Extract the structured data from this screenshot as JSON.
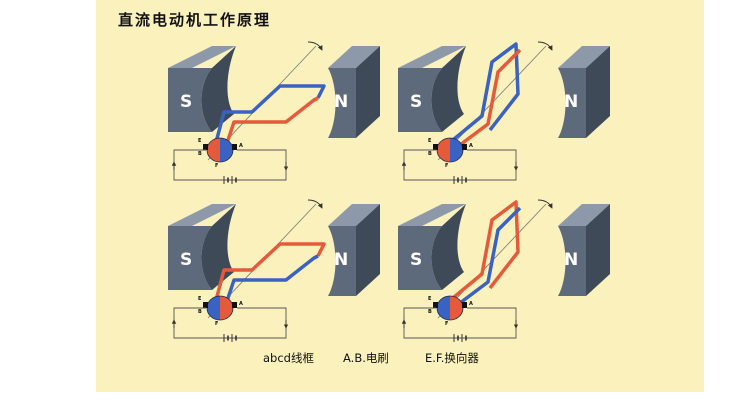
{
  "title": "直流电动机工作原理",
  "poles": {
    "south": "S",
    "north": "N"
  },
  "commutator_labels": {
    "a": "A",
    "b": "B",
    "e": "E",
    "f": "F"
  },
  "legend": {
    "coil": "abcd线框",
    "brushes": "A.B.电刷",
    "commutator": "E.F.换向器"
  },
  "colors": {
    "background": "#fbf1bd",
    "magnet_front": "#5d6a7c",
    "magnet_top": "#8d99a8",
    "magnet_side": "#3f4a59",
    "coil_red": "#e45a3a",
    "coil_blue": "#3a62c2",
    "circuit": "#555555"
  },
  "stages": [
    {
      "id": "stage-1",
      "coil": "horizontal",
      "near_side_color": "red"
    },
    {
      "id": "stage-2",
      "coil": "vertical",
      "near_side_color": "red"
    },
    {
      "id": "stage-3",
      "coil": "horizontal",
      "near_side_color": "blue"
    },
    {
      "id": "stage-4",
      "coil": "vertical",
      "near_side_color": "blue"
    }
  ]
}
